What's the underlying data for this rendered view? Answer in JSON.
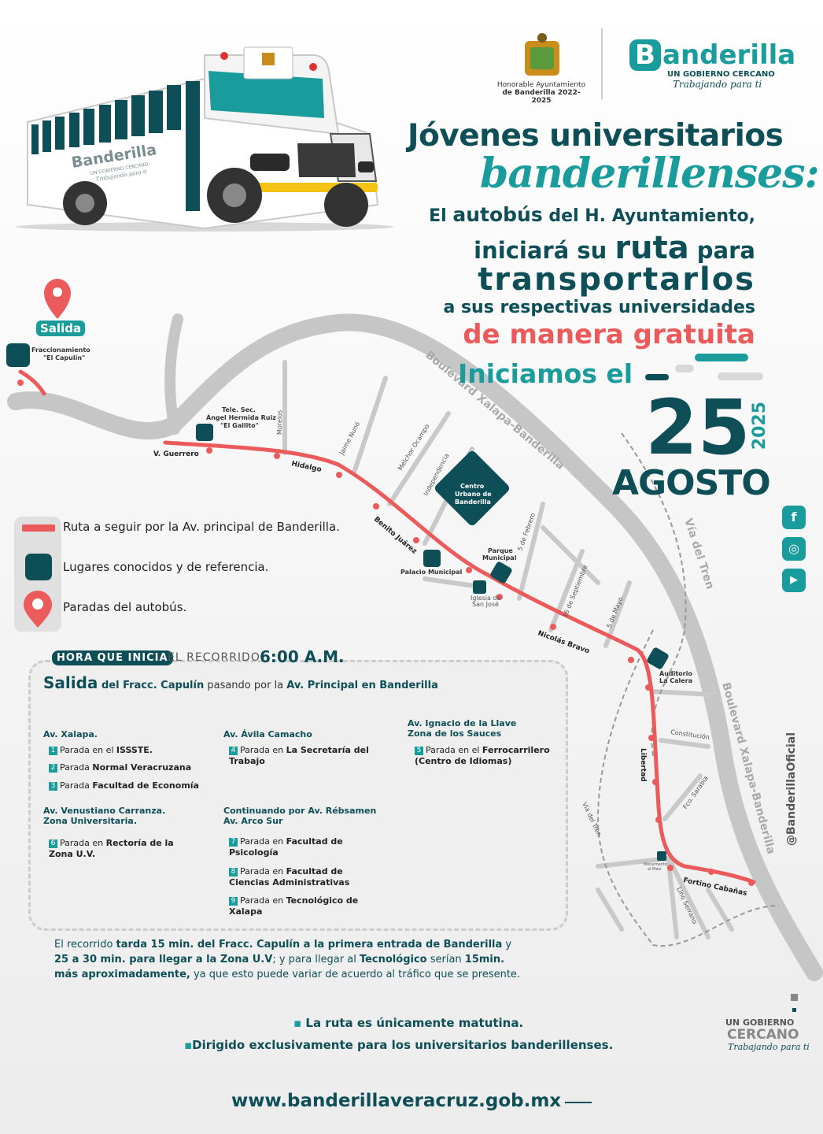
{
  "colors": {
    "teal_dark": "#0e4f57",
    "teal": "#1a9c9c",
    "route_red": "#ec5b5b",
    "road_gray": "#c8c8c8"
  },
  "header": {
    "council_line1": "Honorable Ayuntamiento",
    "council_line2": "de Banderilla 2022-2025",
    "brand_name": "anderilla",
    "brand_initial": "B",
    "brand_tagline": "UN GOBIERNO CERCANO",
    "brand_script": "Trabajando para ti"
  },
  "bus": {
    "brand": "Banderilla",
    "tagline": "UN GOBIERNO CERCANO",
    "script": "Trabajando para ti"
  },
  "headline": {
    "line1": "Jóvenes universitarios",
    "line2": "banderillenses:",
    "sub1_a": "El ",
    "sub1_b": "autobús",
    "sub1_c": " del H. Ayuntamiento,",
    "sub2_a": "iniciará su ",
    "sub2_b": "ruta",
    "sub2_c": " para",
    "sub3": "transportarlos",
    "sub4": "a sus respectivas universidades",
    "sub5": "de manera gratuita"
  },
  "start_date": {
    "label": "Iniciamos el",
    "day": "25",
    "month": "AGOSTO",
    "year": "2025"
  },
  "map": {
    "salida_label": "Salida",
    "origin_label_1": "Fraccionamiento",
    "origin_label_2": "\"El Capulín\"",
    "school_1": "Tele. Sec.",
    "school_2": "Ángel Hermida Ruiz",
    "school_3": "\"El Gallito\"",
    "centro_1": "Centro",
    "centro_2": "Urbano de",
    "centro_3": "Banderilla",
    "parque_1": "Parque",
    "parque_2": "Municipal",
    "palacio": "Palacio Municipal",
    "iglesia_1": "Iglesia de",
    "iglesia_2": "San José",
    "auditorio_1": "Auditorio",
    "auditorio_2": "La Calera",
    "monumento_1": "Monumento",
    "monumento_2": "al Maíz",
    "streets": {
      "guerrero": "V. Guerrero",
      "hidalgo": "Hidalgo",
      "morelos": "Morelos",
      "jaime_nuno": "Jaime Nunó",
      "melchor": "Melchor Ocampo",
      "independencia": "Independencia",
      "benito": "Benito Juárez",
      "febrero": "5 de Febrero",
      "septiembre": "16 de Septiembre",
      "mayo": "5 de Mayo",
      "nicolas": "Nicolás Bravo",
      "libertad": "Libertad",
      "constitucion": "Constitución",
      "sarabia": "Fco. Sarabia",
      "fortino": "Fortino Cabañas",
      "lino": "Lino Serrano",
      "via_tren": "Vía del Tren"
    },
    "boulevard": "Boulevard Xalapa-Banderilla",
    "boulevard_top": "Boulevard Xalapa-Banderilla"
  },
  "legend": {
    "route": "Ruta a seguir por la Av. principal de Banderilla.",
    "places": "Lugares conocidos y de referencia.",
    "stops": "Paradas del autobús."
  },
  "schedule": {
    "pill": "HORA QUE INICIA",
    "mid": "EL RECORRIDO",
    "time": "6:00 A.M.",
    "salida_a": "Salida",
    "salida_b": " del Fracc. Capulín",
    "salida_c": " pasando por la ",
    "salida_d": "Av. Principal en Banderilla",
    "groups": [
      {
        "title": "Av. Xalapa.",
        "stops": [
          [
            "1",
            "Parada en el ",
            "ISSSTE."
          ],
          [
            "2",
            "Parada ",
            "Normal Veracruzana"
          ],
          [
            "3",
            "Parada ",
            "Facultad de Economía"
          ]
        ]
      },
      {
        "title": "Av. Ávila Camacho",
        "stops": [
          [
            "4",
            "Parada en ",
            "La Secretaría del Trabajo"
          ]
        ]
      },
      {
        "title": "Av. Ignacio de la Llave Zona de los Sauces",
        "stops": [
          [
            "5",
            "Parada en el ",
            "Ferrocarrilero (Centro de Idiomas)"
          ]
        ]
      },
      {
        "title": "Av. Venustiano Carranza. Zona Universitaria.",
        "stops": [
          [
            "6",
            "Parada en ",
            "Rectoría de la Zona U.V."
          ]
        ]
      },
      {
        "title": "Continuando por Av. Rébsamen Av. Arco Sur",
        "stops": [
          [
            "7",
            "Parada en ",
            "Facultad de Psicología"
          ],
          [
            "8",
            "Parada en ",
            "Facultad de Ciencias Administrativas"
          ],
          [
            "9",
            "Parada en ",
            "Tecnológico de Xalapa"
          ]
        ]
      }
    ]
  },
  "note": {
    "a": "El recorrido ",
    "b": "tarda 15 min. del Fracc. Capulín a la primera entrada de Banderilla",
    "c": " y ",
    "d": "25 a 30 min. para llegar a la Zona U.V",
    "e": "; y para llegar al ",
    "f": "Tecnológico",
    "g": " serían ",
    "h": "15min. más aproximadamente,",
    "i": " ya que esto puede variar de acuerdo al tráfico que se presente."
  },
  "bullets": {
    "b1": "La ruta es únicamente matutina.",
    "b2": "Dirigido exclusivamente para los universitarios banderillenses."
  },
  "website": "www.banderillaveracruz.gob.mx",
  "social": {
    "handle": "@BanderillaOficial",
    "facebook": "f",
    "instagram": "◎",
    "youtube": "▶"
  },
  "footer": {
    "gov": "UN GOBIERNO",
    "cercano": "CERCANO",
    "script": "Trabajando para ti"
  }
}
